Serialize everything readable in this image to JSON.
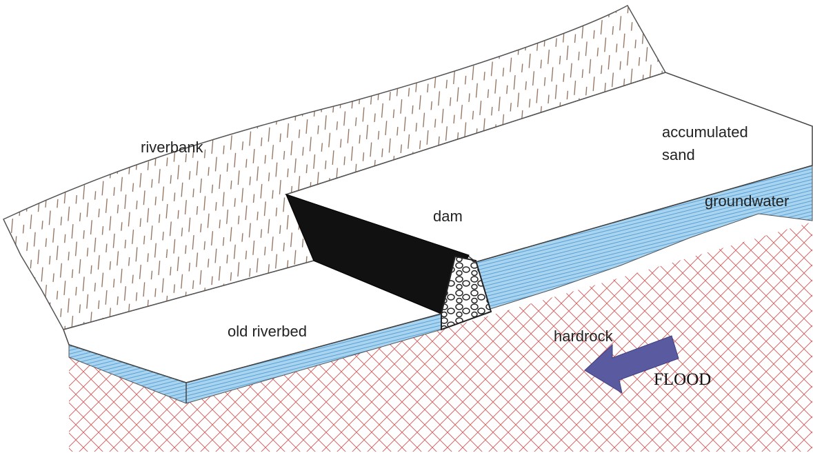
{
  "labels": {
    "riverbank": "riverbank",
    "accumulated_line1": "accumulated",
    "accumulated_line2": "sand",
    "groundwater": "groundwater",
    "dam": "dam",
    "old_riverbed": "old riverbed",
    "hardrock": "hardrock",
    "flood": "FLOOD"
  },
  "colors": {
    "groundwater": "#a9d4ef",
    "groundwater_lines": "#5aa0d6",
    "hardrock_hatch": "#d06a6a",
    "riverbank_hatch": "#8a6a55",
    "dam": "#111111",
    "flood_arrow": "#5a5aa0",
    "outline": "#444444"
  }
}
